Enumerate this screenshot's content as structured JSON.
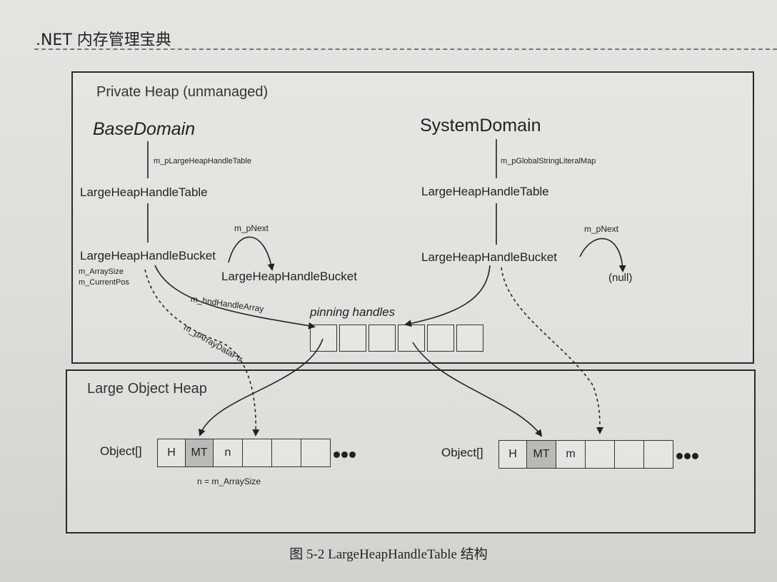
{
  "header": {
    "title": ".NET 内存管理宝典"
  },
  "private_heap": {
    "label": "Private Heap (unmanaged)",
    "base_domain": {
      "name": "BaseDomain",
      "link1_label": "m_pLargeHeapHandleTable",
      "table": "LargeHeapHandleTable",
      "bucket": "LargeHeapHandleBucket",
      "field_array_size": "m_ArraySize",
      "field_current_pos": "m_CurrentPos",
      "next_label": "m_pNext",
      "next_bucket": "LargeHeapHandleBucket",
      "hnd_label": "m_hndHandleArray",
      "data_ptr_label": "m_pArrayDataPtr"
    },
    "system_domain": {
      "name": "SystemDomain",
      "link1_label": "m_pGlobalStringLiteralMap",
      "table": "LargeHeapHandleTable",
      "bucket": "LargeHeapHandleBucket",
      "next_label": "m_pNext",
      "next_target": "(null)"
    },
    "pinning_label": "pinning handles"
  },
  "loh": {
    "label": "Large Object Heap",
    "left_array": {
      "label": "Object[]",
      "cells": [
        "H",
        "MT",
        "n",
        "",
        "",
        ""
      ],
      "note": "n = m_ArraySize"
    },
    "right_array": {
      "label": "Object[]",
      "cells": [
        "H",
        "MT",
        "m",
        "",
        "",
        ""
      ]
    }
  },
  "caption": "图 5-2    LargeHeapHandleTable 结构"
}
